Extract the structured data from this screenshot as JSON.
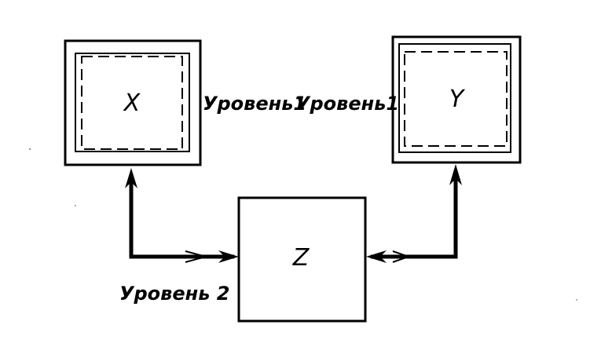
{
  "diagram": {
    "nodes": {
      "x": {
        "label": "X"
      },
      "y": {
        "label": "Y"
      },
      "z": {
        "label": "Z"
      }
    },
    "edge_labels": {
      "level1_left": "Уровень1",
      "level1_right": "Уровень1",
      "level2": "Уровень 2"
    },
    "edges": [
      {
        "from": "z",
        "to": "x",
        "bidirectional": true
      },
      {
        "from": "z",
        "to": "y",
        "bidirectional": true
      }
    ],
    "colors": {
      "ink": "#000000",
      "background": "#ffffff"
    }
  }
}
